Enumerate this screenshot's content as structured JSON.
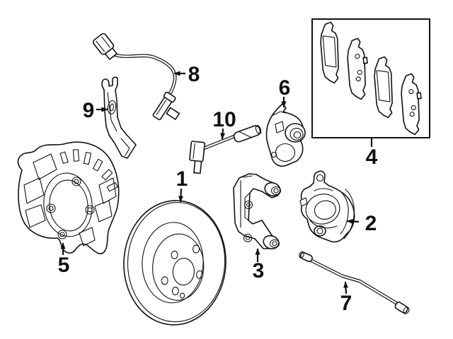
{
  "canvas": {
    "background": "#ffffff",
    "line_color": "#111111"
  },
  "callouts": [
    {
      "label": "1"
    },
    {
      "label": "2"
    },
    {
      "label": "3"
    },
    {
      "label": "4"
    },
    {
      "label": "5"
    },
    {
      "label": "6"
    },
    {
      "label": "7"
    },
    {
      "label": "8"
    },
    {
      "label": "9"
    },
    {
      "label": "10"
    }
  ]
}
